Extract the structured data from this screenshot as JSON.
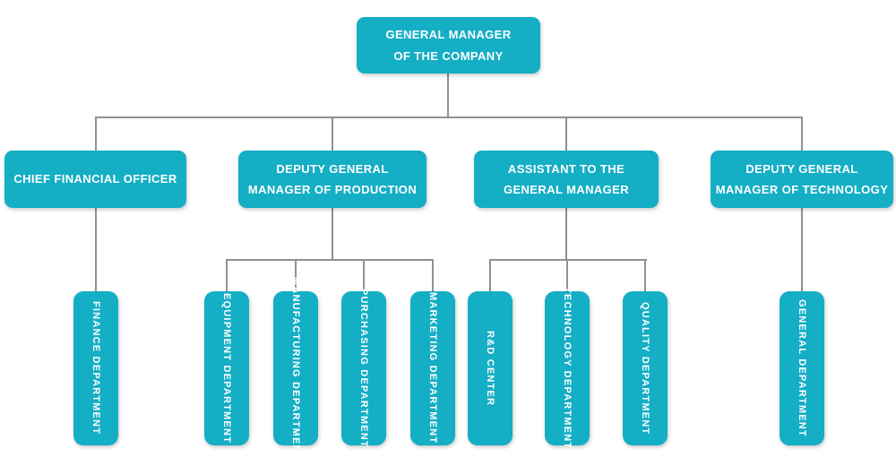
{
  "palette": {
    "box_fill": "#14AEC5",
    "connector": "#919191",
    "label_text": "#FFFFFF",
    "background": "#FFFFFF"
  },
  "org": {
    "root": {
      "label": "GENERAL MANAGER OF THE COMPANY",
      "lines": [
        "GENERAL MANAGER",
        "OF THE COMPANY"
      ]
    },
    "managers": [
      {
        "label": "CHIEF FINANCIAL OFFICER",
        "lines": [
          "CHIEF FINANCIAL OFFICER"
        ],
        "departments": [
          "FINANCE DEPARTMENT"
        ]
      },
      {
        "label": "DEPUTY GENERAL MANAGER OF PRODUCTION",
        "lines": [
          "DEPUTY GENERAL",
          "MANAGER OF PRODUCTION"
        ],
        "departments": [
          "EQUIPMENT DEPARTMENT",
          "MANUFACTURING DEPARTMENT",
          "PURCHASING DEPARTMENT",
          "MARKETING DEPARTMENT"
        ]
      },
      {
        "label": "ASSISTANT TO THE GENERAL MANAGER",
        "lines": [
          "ASSISTANT TO THE",
          "GENERAL MANAGER"
        ],
        "departments": [
          "R&D CENTER",
          "TECHNOLOGY DEPARTMENT",
          "QUALITY DEPARTMENT"
        ]
      },
      {
        "label": "DEPUTY GENERAL MANAGER OF TECHNOLOGY",
        "lines": [
          "DEPUTY GENERAL",
          "MANAGER OF TECHNOLOGY"
        ],
        "departments": [
          "GENERAL DEPARTMENT"
        ]
      }
    ]
  }
}
